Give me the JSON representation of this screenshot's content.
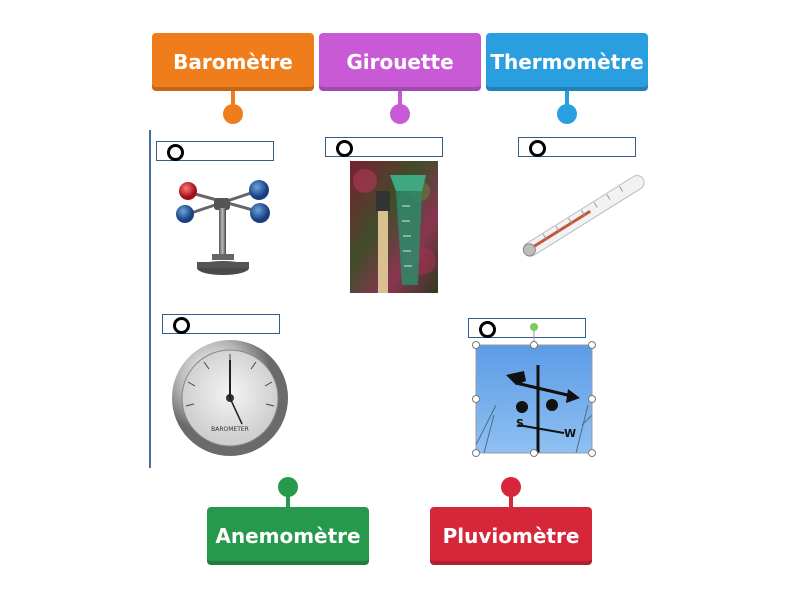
{
  "labels": {
    "barometre": {
      "text": "Baromètre",
      "color": "#f07d1c"
    },
    "girouette": {
      "text": "Girouette",
      "color": "#c95ad6"
    },
    "thermometre": {
      "text": "Thermomètre",
      "color": "#2a9fe0"
    },
    "anemometre": {
      "text": "Anemomètre",
      "color": "#27994c"
    },
    "pluviometre": {
      "text": "Pluviomètre",
      "color": "#d6263a"
    }
  },
  "images": {
    "anemometer": {
      "icon": "anemometer-image"
    },
    "rain_gauge": {
      "icon": "rain-gauge-image"
    },
    "thermometer": {
      "icon": "thermometer-image"
    },
    "barometer": {
      "icon": "barometer-image",
      "dial_text": "BAROMETER"
    },
    "weather_vane": {
      "icon": "weather-vane-image",
      "letters": [
        "S",
        "W"
      ]
    }
  }
}
